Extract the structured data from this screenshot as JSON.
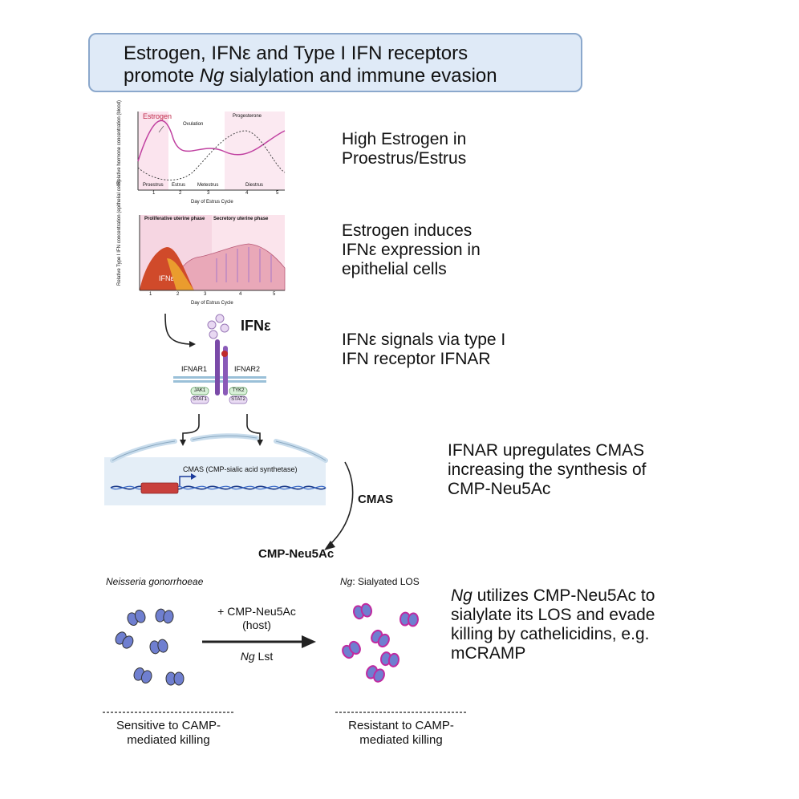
{
  "title": {
    "line1": "Estrogen, IFNε and Type I IFN receptors",
    "line2_pre": "promote ",
    "line2_italic": "Ng",
    "line2_post": " sialylation and immune evasion"
  },
  "steps": {
    "s1": [
      "High Estrogen in",
      "Proestrus/Estrus"
    ],
    "s2": [
      "Estrogen induces",
      "IFNε expression in",
      "epithelial cells"
    ],
    "s3": [
      "IFNε signals via type I",
      "IFN receptor IFNAR"
    ],
    "s4": [
      "IFNAR upregulates CMAS",
      "increasing the synthesis of",
      "CMP-Neu5Ac"
    ],
    "s5_italic": "Ng",
    "s5": [
      " utilizes CMP-Neu5Ac to",
      "sialylate its LOS and evade",
      "killing by cathelicidins, e.g.",
      "mCRAMP"
    ]
  },
  "chart1": {
    "estrogen": "Estrogen",
    "ovulation": "Ovulation",
    "progesterone": "Progesterone",
    "ylabel": "Relative hormone concentration (blood)",
    "phases": [
      "Proestrus",
      "Estrus",
      "Metestrus",
      "Diestrus"
    ],
    "ticks": [
      "1",
      "2",
      "3",
      "4",
      "5"
    ],
    "xlabel": "Day of Estrus Cycle"
  },
  "chart2": {
    "phase1": "Proliferative uterine phase",
    "phase2": "Secretory uterine phase",
    "ifn": "IFNε",
    "ylabel": "Relative Type I IFN concentration (epithelial cells)",
    "ticks": [
      "1",
      "2",
      "3",
      "4",
      "5"
    ],
    "xlabel": "Day of Estrus Cycle"
  },
  "receptor": {
    "ifne": "IFNε",
    "ifnar1": "IFNAR1",
    "ifnar2": "IFNAR2",
    "jak1": "JAK1",
    "tyk2": "TYK2",
    "stat1": "STAT1",
    "stat2": "STAT2"
  },
  "nucleus": {
    "gene": "CMAS (CMP-sialic acid synthetase)",
    "cmas": "CMAS",
    "product": "CMP-Neu5Ac"
  },
  "bacteria": {
    "left_title": "Neisseria gonorrhoeae",
    "right_title_italic": "Ng",
    "right_title": ": Sialyated LOS",
    "arrow_top": [
      "+ CMP-Neu5Ac",
      "(host)"
    ],
    "arrow_bottom_italic": "Ng",
    "arrow_bottom": " Lst",
    "left_caption": [
      "Sensitive to CAMP-",
      "mediated killing"
    ],
    "right_caption": [
      "Resistant to CAMP-",
      "mediated killing"
    ]
  },
  "colors": {
    "title_bg": "#dfeaf7",
    "title_border": "#8ba8cc",
    "estrogen": "#c040a0",
    "ifn_peak": "#d04a2a",
    "receptor": "#7a4aa8",
    "bacteria": "#6f7fd0",
    "sialylated_rim": "#c02aa0"
  }
}
